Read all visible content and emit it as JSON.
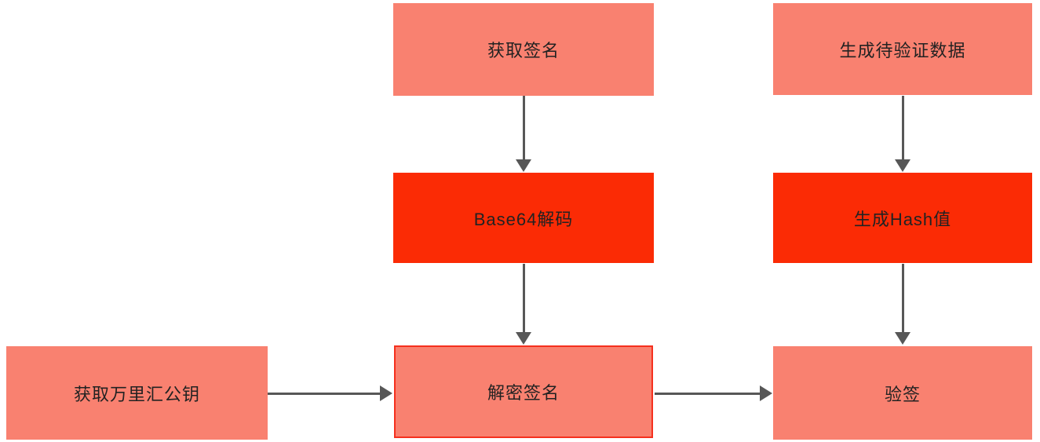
{
  "colors": {
    "node_fill_light": "#F98170",
    "node_fill_accent": "#FB2B05",
    "node_border_accent": "#F5301E",
    "arrow": "#575757",
    "text": "#222222",
    "canvas_bg": "#FFFFFF"
  },
  "nodes": [
    {
      "id": "get-signature",
      "label": "获取签名",
      "style": "light"
    },
    {
      "id": "generate-data",
      "label": "生成待验证数据",
      "style": "light"
    },
    {
      "id": "base64-decode",
      "label": "Base64解码",
      "style": "accent"
    },
    {
      "id": "generate-hash",
      "label": "生成Hash值",
      "style": "accent"
    },
    {
      "id": "get-public-key",
      "label": "获取万里汇公钥",
      "style": "light"
    },
    {
      "id": "decrypt-signature",
      "label": "解密签名",
      "style": "light-bordered"
    },
    {
      "id": "verify-signature",
      "label": "验签",
      "style": "light"
    }
  ],
  "edges": [
    {
      "from": "get-signature",
      "to": "base64-decode",
      "direction": "down"
    },
    {
      "from": "base64-decode",
      "to": "decrypt-signature",
      "direction": "down"
    },
    {
      "from": "generate-data",
      "to": "generate-hash",
      "direction": "down"
    },
    {
      "from": "generate-hash",
      "to": "verify-signature",
      "direction": "down"
    },
    {
      "from": "get-public-key",
      "to": "decrypt-signature",
      "direction": "right"
    },
    {
      "from": "decrypt-signature",
      "to": "verify-signature",
      "direction": "right"
    }
  ]
}
